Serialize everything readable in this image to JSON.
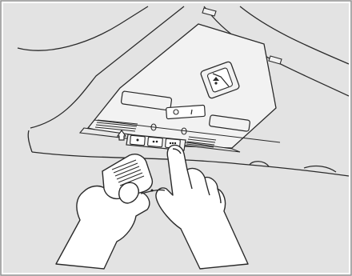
{
  "illustration": {
    "colors": {
      "frame_border": "#8e8e8e",
      "background": "#e3e3e3",
      "line": "#2a2a2a",
      "panel_fill": "#f2f2f2",
      "skin_fill": "#ffffff",
      "button_fill": "#1e1e1e"
    },
    "parts": [
      {
        "name": "overhead-console",
        "icon": "rectangle-panel"
      },
      {
        "name": "map-light-left",
        "icon": "rounded-rectangle"
      },
      {
        "name": "map-light-right",
        "icon": "rounded-rectangle"
      },
      {
        "name": "moonroof-switch",
        "icon": "rocker-switch"
      },
      {
        "name": "door-light-switch",
        "icon": "rocker-switch"
      },
      {
        "name": "homelink-buttons",
        "icon": "button-row"
      },
      {
        "name": "homelink-house-icon",
        "icon": "house-outline"
      },
      {
        "name": "remote-transmitter",
        "icon": "garage-remote"
      },
      {
        "name": "left-hand",
        "icon": "hand"
      },
      {
        "name": "right-hand",
        "icon": "hand-pressing"
      }
    ]
  }
}
